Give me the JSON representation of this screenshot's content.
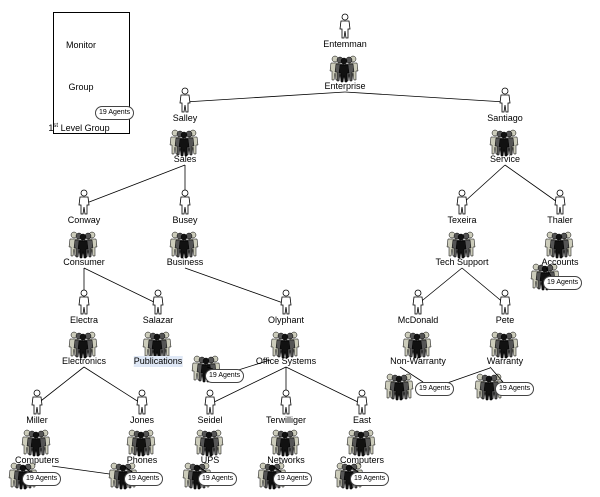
{
  "legend": {
    "monitor_label": "Monitor",
    "group_label": "Group",
    "first_level_label": "1",
    "first_level_sup": "st",
    "first_level_suffix": " Level Group",
    "agents_badge": "19 Agents"
  },
  "colors": {
    "monitor_fill": "#ffffff",
    "group_dark": "#111111",
    "group_mid": "#555555",
    "group_light": "#ccccbb",
    "highlight": "#dfe8f6"
  },
  "nodes": {
    "entemman": {
      "label": "Entemman"
    },
    "enterprise": {
      "label": "Enterprise"
    },
    "salley": {
      "label": "Salley"
    },
    "sales": {
      "label": "Sales"
    },
    "santiago": {
      "label": "Santiago"
    },
    "service": {
      "label": "Service"
    },
    "conway": {
      "label": "Conway"
    },
    "consumer": {
      "label": "Consumer"
    },
    "busey": {
      "label": "Busey"
    },
    "business": {
      "label": "Business"
    },
    "texeira": {
      "label": "Texeira"
    },
    "tech_support": {
      "label": "Tech Support"
    },
    "thaler": {
      "label": "Thaler"
    },
    "accounts": {
      "label": "Accounts",
      "agents": "19 Agents"
    },
    "electra": {
      "label": "Electra"
    },
    "electronics": {
      "label": "Electronics"
    },
    "salazar": {
      "label": "Salazar"
    },
    "publications": {
      "label": "Publications",
      "agents": "19 Agents"
    },
    "olyphant": {
      "label": "Olyphant"
    },
    "office_systems": {
      "label": "Office Systems"
    },
    "mcdonald": {
      "label": "McDonald"
    },
    "non_warranty": {
      "label": "Non-Warranty",
      "agents": "19 Agents"
    },
    "pete": {
      "label": "Pete"
    },
    "warranty": {
      "label": "Warranty",
      "agents": "19 Agents"
    },
    "miller": {
      "label": "Miller"
    },
    "computers_left": {
      "label": "Computers",
      "agents": "19 Agents"
    },
    "jones": {
      "label": "Jones"
    },
    "phones": {
      "label": "Phones",
      "agents": "19 Agents"
    },
    "seidel": {
      "label": "Seidel"
    },
    "ups": {
      "label": "UPS",
      "agents": "19 Agents"
    },
    "terwilliger": {
      "label": "Terwilliger"
    },
    "networks": {
      "label": "Networks",
      "agents": "19 Agents"
    },
    "east": {
      "label": "East"
    },
    "computers_right": {
      "label": "Computers",
      "agents": "19 Agents"
    }
  }
}
